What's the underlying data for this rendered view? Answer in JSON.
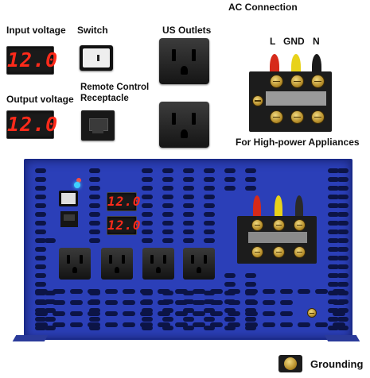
{
  "labels": {
    "input_voltage": "Input voltage",
    "output_voltage": "Output voltage",
    "switch": "Switch",
    "remote_control": "Remote Control\nReceptacle",
    "us_outlets": "US Outlets",
    "ac_connection": "AC Connection",
    "terminal_l": "L",
    "terminal_gnd": "GND",
    "terminal_n": "N",
    "high_power": "For High-power Appliances",
    "grounding": "Grounding"
  },
  "displays": {
    "input_reading": "12.0",
    "output_reading": "12.0",
    "panel_top_reading": "12.0",
    "panel_bottom_reading": "12.0"
  },
  "colors": {
    "panel_blue": "#2b3fb8",
    "lcd_red": "#ff2a1a",
    "cable_red": "#d62a1a",
    "cable_yellow": "#e8d21a",
    "cable_black": "#1a1a1a",
    "led_blue": "#3fd0ff"
  }
}
